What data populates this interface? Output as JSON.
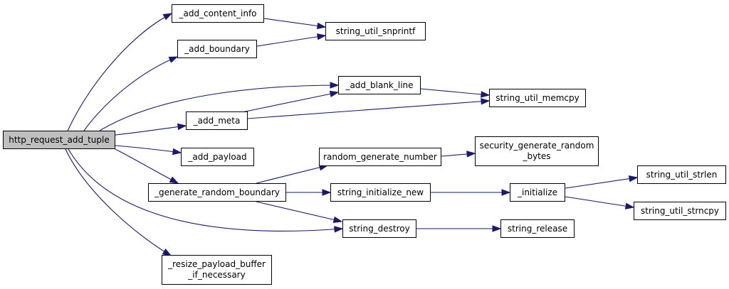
{
  "colors": {
    "edge": "#191970",
    "node_border": "#000000",
    "node_fill": "#ffffff",
    "root_fill": "#bfbfbf"
  },
  "nodes": {
    "root": "http_request_add_tuple",
    "add_content_info": "_add_content_info",
    "add_boundary": "_add_boundary",
    "add_blank_line": "_add_blank_line",
    "add_meta": "_add_meta",
    "add_payload": "_add_payload",
    "generate_random_boundary": "_generate_random_boundary",
    "resize_payload_buffer": "_resize_payload_buffer\n_if_necessary",
    "string_util_snprintf": "string_util_snprintf",
    "string_util_memcpy": "string_util_memcpy",
    "random_generate_number": "random_generate_number",
    "security_generate_random_bytes": "security_generate_random\n_bytes",
    "string_initialize_new": "string_initialize_new",
    "initialize": "_initialize",
    "string_util_strlen": "string_util_strlen",
    "string_util_strncpy": "string_util_strncpy",
    "string_destroy": "string_destroy",
    "string_release": "string_release"
  },
  "edges": [
    [
      "root",
      "add_content_info"
    ],
    [
      "root",
      "add_boundary"
    ],
    [
      "root",
      "add_blank_line"
    ],
    [
      "root",
      "add_meta"
    ],
    [
      "root",
      "add_payload"
    ],
    [
      "root",
      "generate_random_boundary"
    ],
    [
      "root",
      "string_destroy"
    ],
    [
      "root",
      "resize_payload_buffer"
    ],
    [
      "add_content_info",
      "string_util_snprintf"
    ],
    [
      "add_boundary",
      "string_util_snprintf"
    ],
    [
      "add_blank_line",
      "string_util_memcpy"
    ],
    [
      "add_meta",
      "add_blank_line"
    ],
    [
      "add_meta",
      "string_util_memcpy"
    ],
    [
      "generate_random_boundary",
      "random_generate_number"
    ],
    [
      "generate_random_boundary",
      "string_initialize_new"
    ],
    [
      "generate_random_boundary",
      "string_destroy"
    ],
    [
      "random_generate_number",
      "security_generate_random_bytes"
    ],
    [
      "string_initialize_new",
      "initialize"
    ],
    [
      "initialize",
      "string_util_strlen"
    ],
    [
      "initialize",
      "string_util_strncpy"
    ],
    [
      "string_destroy",
      "string_release"
    ]
  ]
}
